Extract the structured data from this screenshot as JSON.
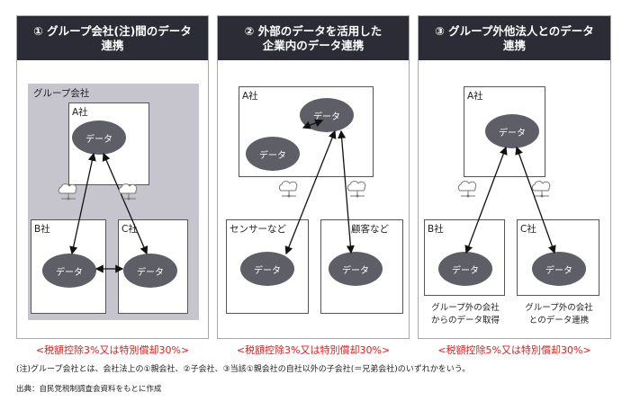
{
  "panels": [
    {
      "title": "① グループ会社(注)間のデータ\n連携",
      "group_label": "グループ会社",
      "a": "A社",
      "b": "B社",
      "c": "C社",
      "data": "データ",
      "benefit": "<税額控除3%又は特別償却30%>"
    },
    {
      "title": "② 外部のデータを活用した\n企業内のデータ連携",
      "a": "A社",
      "b": "センサーなど",
      "c": "顧客など",
      "data": "データ",
      "benefit": "<税額控除3%又は特別償却30%>"
    },
    {
      "title": "③ グループ外他法人とのデータ\n連携",
      "a": "A社",
      "b": "B社",
      "c": "C社",
      "data": "データ",
      "b_caption": "グループ外の会社\nからのデータ取得",
      "c_caption": "グループ外の会社\nとのデータ連携",
      "benefit": "<税額控除5%又は特別償却30%>"
    }
  ],
  "footnote": "(注)グループ会社とは、会社法上の①親会社、②子会社、③当該①親会社の自社以外の子会社(＝兄弟会社)のいずれかをいう。",
  "source": "出典：自民党税制調査会資料をもとに作成",
  "colors": {
    "header": "#2c2c36",
    "ellipse": "#5e5e66",
    "benefit": "#e0201e",
    "group_bg": "#c6c5cd"
  }
}
